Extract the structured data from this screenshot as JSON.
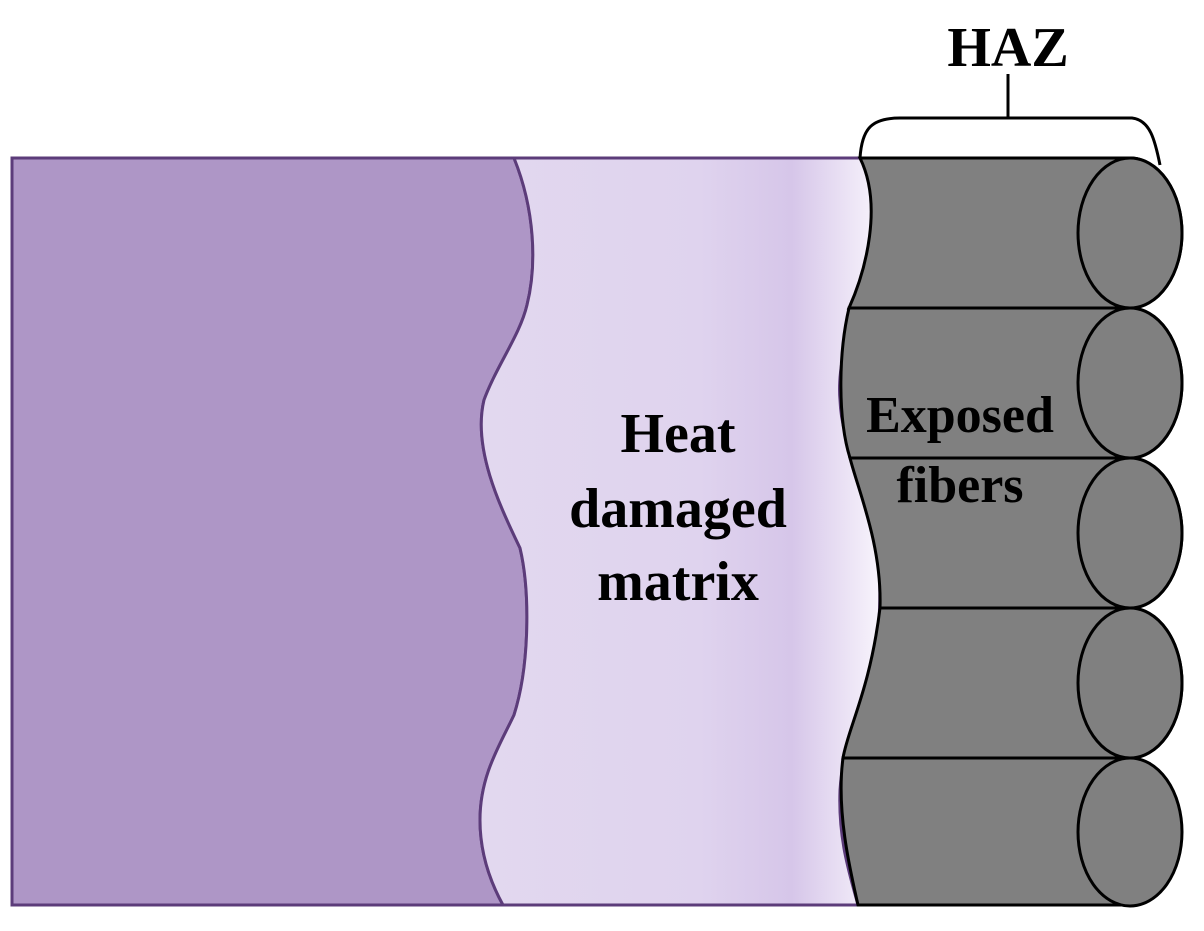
{
  "colors": {
    "matrix": "#AE96C6",
    "matrix_outline": "#5C3C7A",
    "damaged_light": "#E2D8EF",
    "damaged_mid": "#D8C9EA",
    "damaged_edge": "#F8F4FC",
    "fiber": "#808080",
    "fiber_outline": "#000000"
  },
  "labels": {
    "haz": "HAZ",
    "damaged_line1": "Heat",
    "damaged_line2": "damaged",
    "damaged_line3": "matrix",
    "fibers_line1": "Exposed",
    "fibers_line2": "fibers"
  },
  "fiber_count": 5
}
